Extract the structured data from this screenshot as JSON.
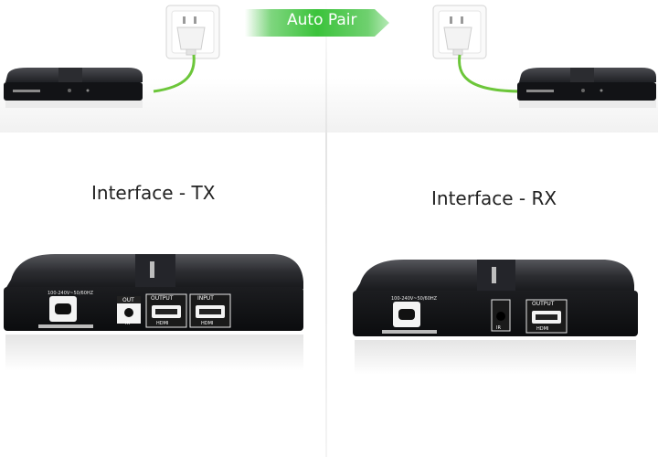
{
  "banner": {
    "label": "Auto Pair"
  },
  "tx": {
    "title": "Interface - TX"
  },
  "rx": {
    "title": "Interface - RX"
  },
  "colors": {
    "cable": "#6cc63a",
    "device_body": "#1e1f22",
    "device_face": "#0f1012",
    "banner_green": "#3bc33b",
    "port_white": "#f4f4f4"
  }
}
